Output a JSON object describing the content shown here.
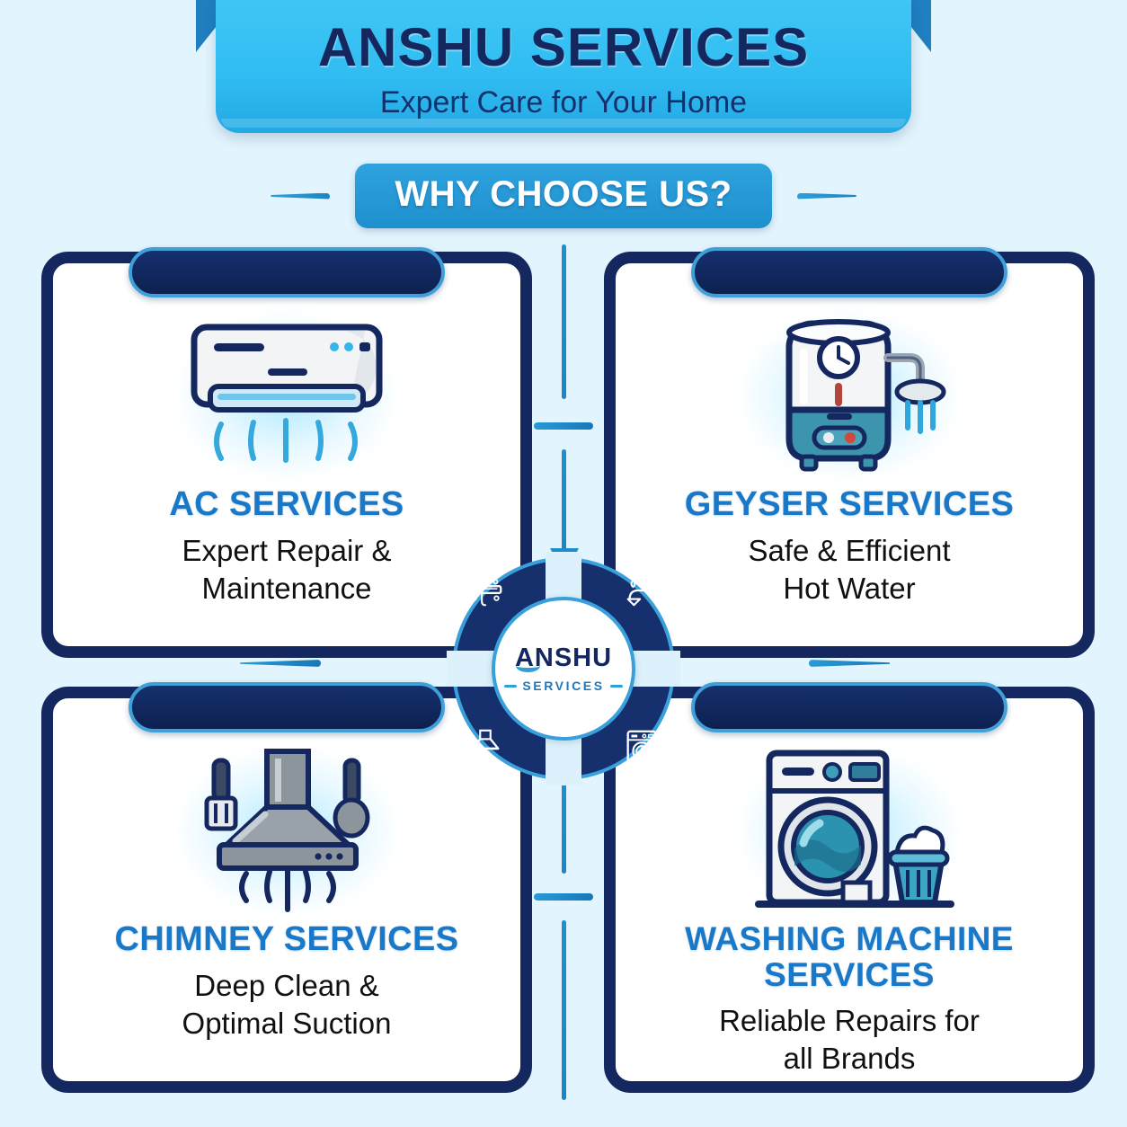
{
  "background_color": "#e2f4fd",
  "header": {
    "title": "ANSHU SERVICES",
    "tagline": "Expert Care for Your Home",
    "banner_color": "#31bdf2",
    "title_color": "#14285f"
  },
  "section": {
    "heading": "WHY CHOOSE US?",
    "heading_pill_color": "#1f90cf",
    "heading_text_color": "#ffffff"
  },
  "theme": {
    "navy": "#14285f",
    "accent_blue": "#1a78c8",
    "light_blue": "#3aa0dc",
    "card_background": "#ffffff"
  },
  "cards": [
    {
      "title": "AC SERVICES",
      "subtitle_line1": "Expert Repair &",
      "subtitle_line2": "Maintenance",
      "icon": "air-conditioner-icon"
    },
    {
      "title": "GEYSER SERVICES",
      "subtitle_line1": "Safe & Efficient",
      "subtitle_line2": "Hot Water",
      "icon": "water-heater-geyser-icon"
    },
    {
      "title": "CHIMNEY SERVICES",
      "subtitle_line1": "Deep Clean &",
      "subtitle_line2": "Optimal Suction",
      "icon": "kitchen-chimney-icon"
    },
    {
      "title": "WASHING MACHINE SERVICES",
      "title_line1": "WASHING MACHINE",
      "title_line2": "SERVICES",
      "subtitle_line1": "Reliable Repairs for",
      "subtitle_line2": "all Brands",
      "icon": "washing-machine-icon"
    }
  ],
  "hub": {
    "logo_primary": "ANSHU",
    "logo_secondary": "SERVICES",
    "quadrant_icons": [
      "ac-outline-icon",
      "faucet-water-outline-icon",
      "chimney-hand-outline-icon",
      "washing-machine-outline-icon"
    ]
  }
}
